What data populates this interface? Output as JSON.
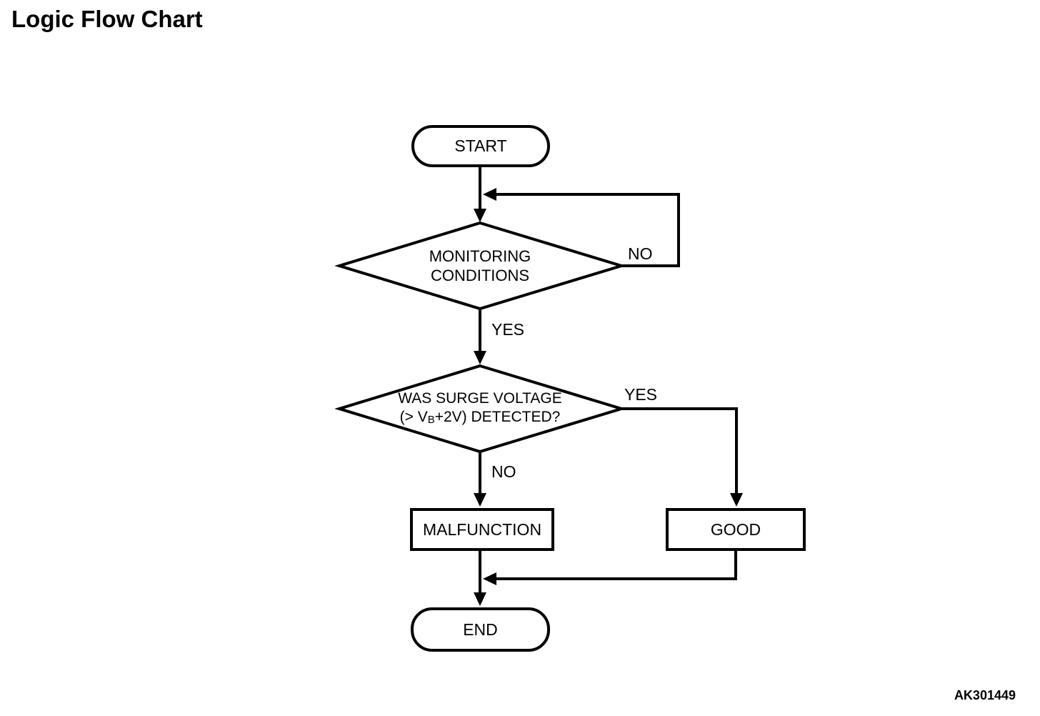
{
  "title": "Logic Flow Chart",
  "figure_code": "AK301449",
  "colors": {
    "line": "#000000",
    "background": "#ffffff",
    "text": "#000000"
  },
  "nodes": {
    "start": {
      "type": "terminator",
      "label": "START"
    },
    "monitoring": {
      "type": "decision",
      "line1": "MONITORING",
      "line2": "CONDITIONS"
    },
    "surge": {
      "type": "decision",
      "line1": "WAS SURGE VOLTAGE",
      "line2_pre": "(> V",
      "line2_sub": "B",
      "line2_post": "+2V) DETECTED?"
    },
    "malfunction": {
      "type": "process",
      "label": "MALFUNCTION"
    },
    "good": {
      "type": "process",
      "label": "GOOD"
    },
    "end": {
      "type": "terminator",
      "label": "END"
    }
  },
  "edge_labels": {
    "monitoring_no": "NO",
    "monitoring_yes": "YES",
    "surge_yes": "YES",
    "surge_no": "NO"
  },
  "edges": [
    {
      "from": "start",
      "to": "monitoring",
      "label": ""
    },
    {
      "from": "monitoring",
      "to": "monitoring",
      "label": "NO",
      "note": "loops back above decision"
    },
    {
      "from": "monitoring",
      "to": "surge",
      "label": "YES"
    },
    {
      "from": "surge",
      "to": "good",
      "label": "YES"
    },
    {
      "from": "surge",
      "to": "malfunction",
      "label": "NO"
    },
    {
      "from": "malfunction",
      "to": "end",
      "label": ""
    },
    {
      "from": "good",
      "to": "end",
      "label": ""
    }
  ]
}
